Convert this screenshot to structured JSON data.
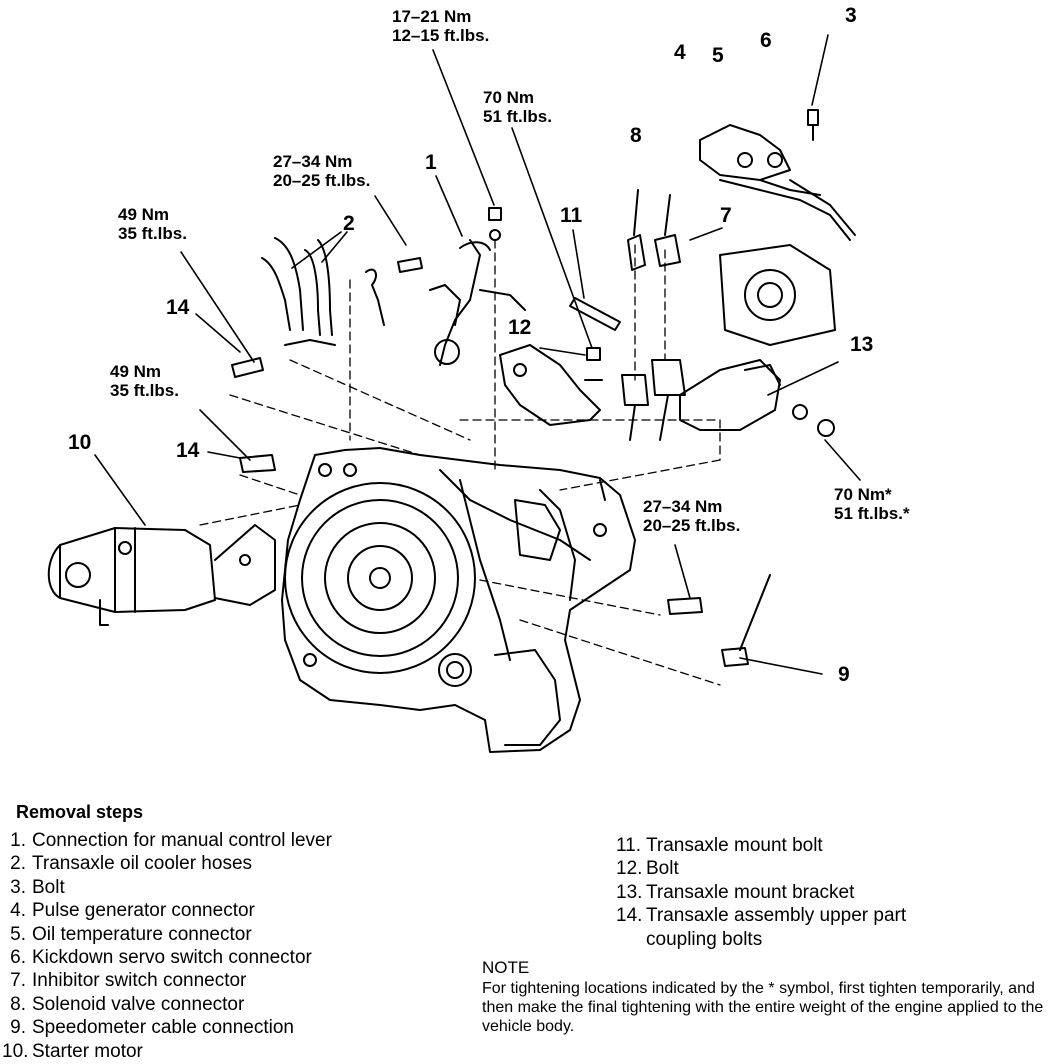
{
  "torque": {
    "t17_nm": "17–21 Nm",
    "t17_ft": "12–15 ft.lbs.",
    "t70a_nm": "70 Nm",
    "t70a_ft": "51 ft.lbs.",
    "t27a_nm": "27–34 Nm",
    "t27a_ft": "20–25 ft.lbs.",
    "t49a_nm": "49 Nm",
    "t49a_ft": "35 ft.lbs.",
    "t49b_nm": "49 Nm",
    "t49b_ft": "35 ft.lbs.",
    "t27b_nm": "27–34 Nm",
    "t27b_ft": "20–25 ft.lbs.",
    "t70b_nm": "70 Nm*",
    "t70b_ft": "51 ft.lbs.*"
  },
  "callouts": {
    "c1": "1",
    "c2": "2",
    "c3": "3",
    "c4": "4",
    "c5": "5",
    "c6": "6",
    "c7": "7",
    "c8": "8",
    "c9": "9",
    "c10": "10",
    "c11": "11",
    "c12": "12",
    "c13": "13",
    "c14a": "14",
    "c14b": "14"
  },
  "removal": {
    "title": "Removal steps",
    "left": [
      {
        "n": "1.",
        "text": "Connection for manual control lever"
      },
      {
        "n": "2.",
        "text": "Transaxle oil cooler hoses"
      },
      {
        "n": "3.",
        "text": "Bolt"
      },
      {
        "n": "4.",
        "text": "Pulse generator connector"
      },
      {
        "n": "5.",
        "text": "Oil temperature connector"
      },
      {
        "n": "6.",
        "text": "Kickdown servo switch connector"
      },
      {
        "n": "7.",
        "text": "Inhibitor switch connector"
      },
      {
        "n": "8.",
        "text": "Solenoid valve connector"
      },
      {
        "n": "9.",
        "text": "Speedometer cable connection"
      },
      {
        "n": "10.",
        "text": "Starter motor"
      }
    ],
    "right": [
      {
        "n": "11.",
        "text": "Transaxle mount bolt"
      },
      {
        "n": "12.",
        "text": "Bolt"
      },
      {
        "n": "13.",
        "text": "Transaxle mount bracket"
      },
      {
        "n": "14.",
        "text": "Transaxle assembly upper part"
      },
      {
        "n": "",
        "text": "coupling bolts"
      }
    ]
  },
  "note": {
    "title": "NOTE",
    "text": "For tightening locations indicated by the * symbol, first tighten temporarily, and then make the final tightening with the entire weight of the engine applied to the vehicle body."
  }
}
